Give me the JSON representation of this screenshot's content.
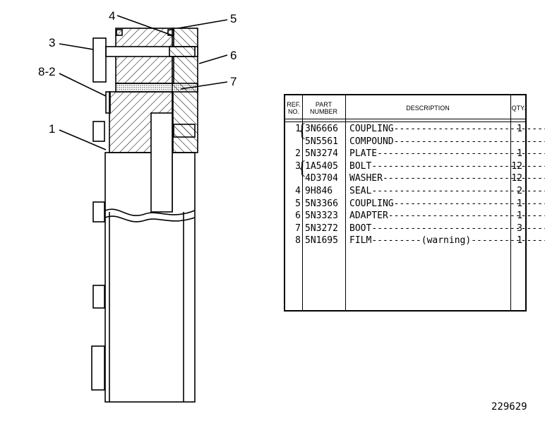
{
  "callouts": [
    "4",
    "5",
    "3",
    "6",
    "8-2",
    "7",
    "1"
  ],
  "table": {
    "headers": {
      "ref": "REF.\nNO.",
      "part": "PART\nNUMBER",
      "desc": "DESCRIPTION",
      "qty": "QTY."
    },
    "rows": [
      {
        "ref": "1",
        "part": "3N6666",
        "desc": "COUPLING",
        "leader": "-----------------------------",
        "qty": "1"
      },
      {
        "ref": "",
        "part": "5N5561",
        "desc": "COMPOUND",
        "leader": "-----------------------------",
        "qty": ""
      },
      {
        "ref": "2",
        "part": "5N3274",
        "desc": "PLATE",
        "leader": "--------------------------------",
        "qty": "1"
      },
      {
        "ref": "3",
        "part": "1A5405",
        "desc": "BOLT",
        "leader": "---------------------------------",
        "qty": "12"
      },
      {
        "ref": "",
        "part": "4D3704",
        "desc": "WASHER",
        "leader": "-------------------------------",
        "qty": "12"
      },
      {
        "ref": "4",
        "part": "9H846",
        "desc": "SEAL",
        "leader": "---------------------------------",
        "qty": "2"
      },
      {
        "ref": "5",
        "part": "5N3366",
        "desc": "COUPLING",
        "leader": "-----------------------------",
        "qty": "1"
      },
      {
        "ref": "6",
        "part": "5N3323",
        "desc": "ADAPTER",
        "leader": "------------------------------",
        "qty": "1"
      },
      {
        "ref": "7",
        "part": "5N3272",
        "desc": "BOOT",
        "leader": "---------------------------------",
        "qty": "3"
      },
      {
        "ref": "8",
        "part": "5N1695",
        "desc": "FILM",
        "leader": "---------(warning)--------------",
        "qty": "1"
      }
    ]
  },
  "drawing_number": "229629"
}
